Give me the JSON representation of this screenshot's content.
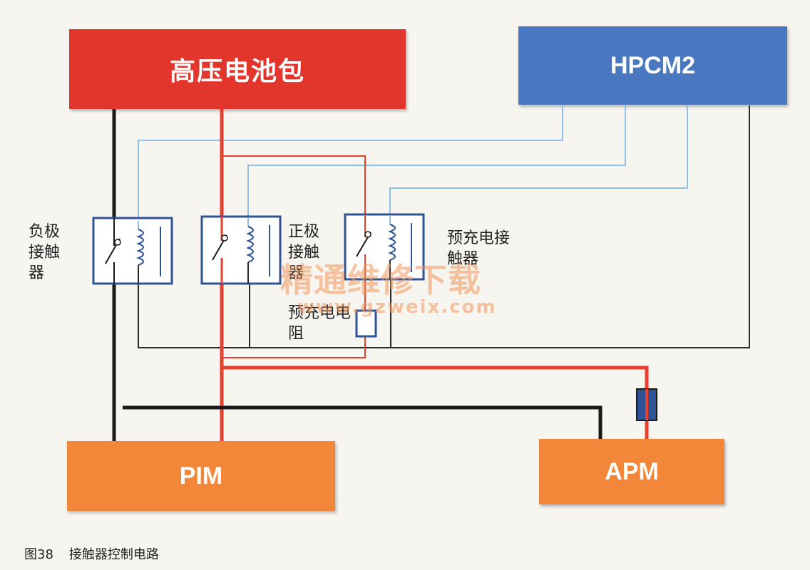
{
  "blocks": {
    "battery": {
      "label": "高压电池包",
      "color": "#e2352b"
    },
    "hpcm": {
      "label": "HPCM2",
      "color": "#4a78c0"
    },
    "pim": {
      "label": "PIM",
      "color": "#f2873a"
    },
    "apm": {
      "label": "APM",
      "color": "#f2873a"
    }
  },
  "labels": {
    "negative_contactor": "负极接触器",
    "positive_contactor": "正极接触器",
    "precharge_contactor": "预充电接触器",
    "precharge_resistor": "预充电电阻"
  },
  "watermark": {
    "text": "精通维修下载",
    "url": "www.gzweix.com"
  },
  "caption": {
    "figure": "图38",
    "title": "接触器控制电路"
  },
  "colors": {
    "hv_positive": "#e8402f",
    "hv_negative": "#1a1a1a",
    "signal": "#8fbfe6",
    "ground": "#2a2a2a",
    "component_border": "#2f5496"
  }
}
